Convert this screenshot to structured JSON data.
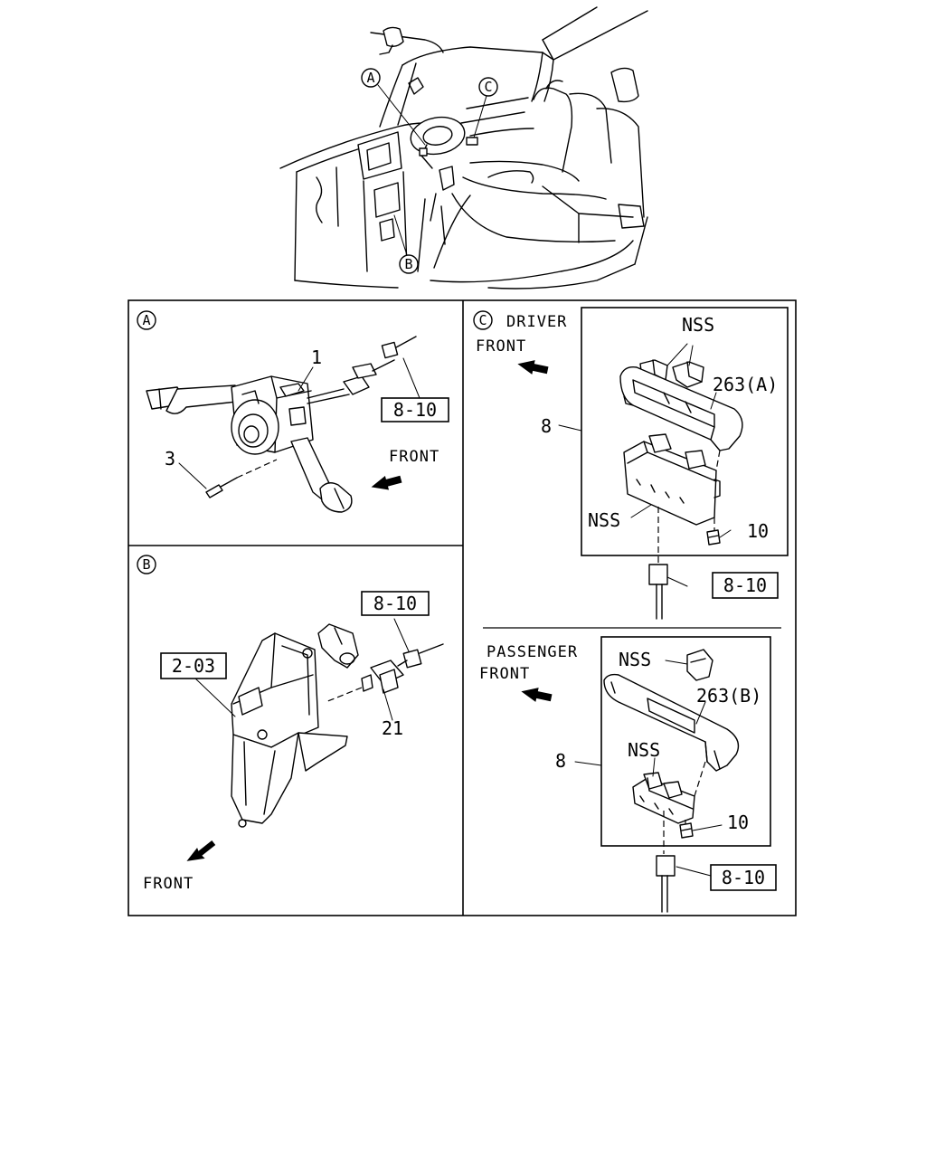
{
  "overview": {
    "callouts": {
      "a": "A",
      "b": "B",
      "c": "C"
    }
  },
  "panel_a": {
    "id": "A",
    "part_switch": "1",
    "part_screw": "3",
    "ref_box": "8-10",
    "front_label": "FRONT"
  },
  "panel_b": {
    "id": "B",
    "ref_box_connector": "8-10",
    "ref_box_pedal": "2-03",
    "part_switch": "21",
    "front_label": "FRONT"
  },
  "panel_c": {
    "id": "C",
    "driver": {
      "title": "DRIVER",
      "front_label": "FRONT",
      "nss_top": "NSS",
      "bezel": "263(A)",
      "assembly": "8",
      "nss_bottom": "NSS",
      "screw": "10",
      "ref_box": "8-10"
    },
    "passenger": {
      "title": "PASSENGER",
      "front_label": "FRONT",
      "nss_top": "NSS",
      "bezel": "263(B)",
      "assembly": "8",
      "nss_bottom": "NSS",
      "screw": "10",
      "ref_box": "8-10"
    }
  }
}
